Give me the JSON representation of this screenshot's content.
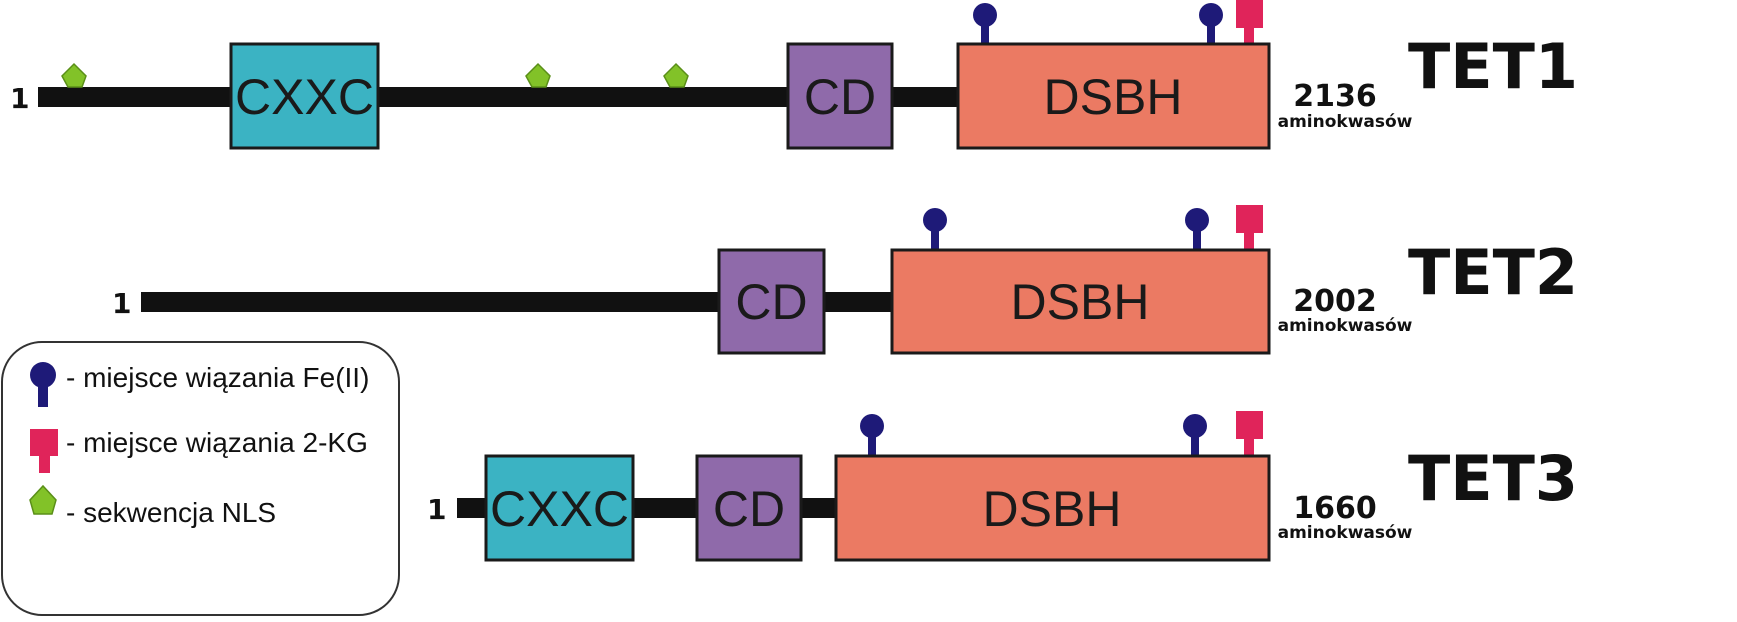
{
  "colors": {
    "cxxc": "#3bb3c3",
    "cd": "#8f6aaa",
    "dsbh": "#eb7a63",
    "fe_site": "#1e1a78",
    "kg_site": "#e0245a",
    "nls": "#82c228",
    "backbone": "#111111"
  },
  "icons": {
    "fe_site": "lollipop-icon",
    "kg_site": "t-block-icon",
    "nls": "pentagon-icon"
  },
  "proteins": [
    {
      "name": "TET1",
      "start": "1",
      "length": "2136",
      "unit": "aminokwasów",
      "domains": [
        "CXXC",
        "CD",
        "DSBH"
      ]
    },
    {
      "name": "TET2",
      "start": "1",
      "length": "2002",
      "unit": "aminokwasów",
      "domains": [
        "CD",
        "DSBH"
      ]
    },
    {
      "name": "TET3",
      "start": "1",
      "length": "1660",
      "unit": "aminokwasów",
      "domains": [
        "CXXC",
        "CD",
        "DSBH"
      ]
    }
  ],
  "legend": {
    "fe": "- miejsce wiązania Fe(II)",
    "kg": "- miejsce wiązania 2-KG",
    "nls": "- sekwencja NLS"
  }
}
